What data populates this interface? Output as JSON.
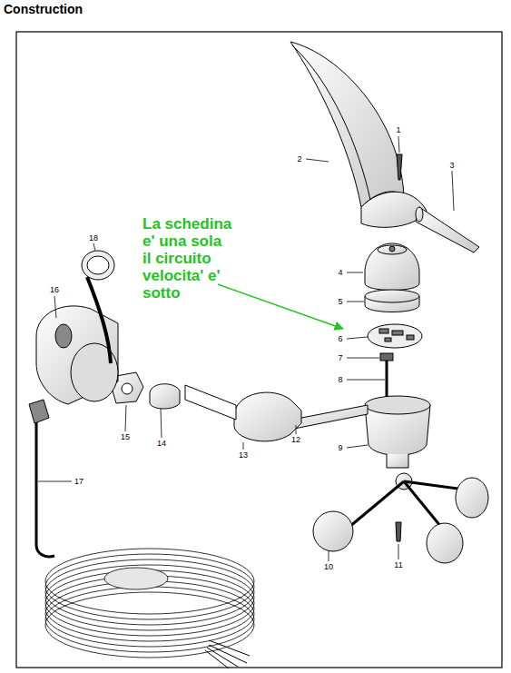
{
  "diagram": {
    "title": "Construction",
    "labels": [
      "La schedina e' una sola il circuito velocita' e' sotto",
      "1",
      "2",
      "3",
      "4",
      "5",
      "6",
      "7",
      "8",
      "9",
      "10",
      "11",
      "12",
      "13",
      "14",
      "15",
      "16",
      "17",
      "18"
    ]
  }
}
